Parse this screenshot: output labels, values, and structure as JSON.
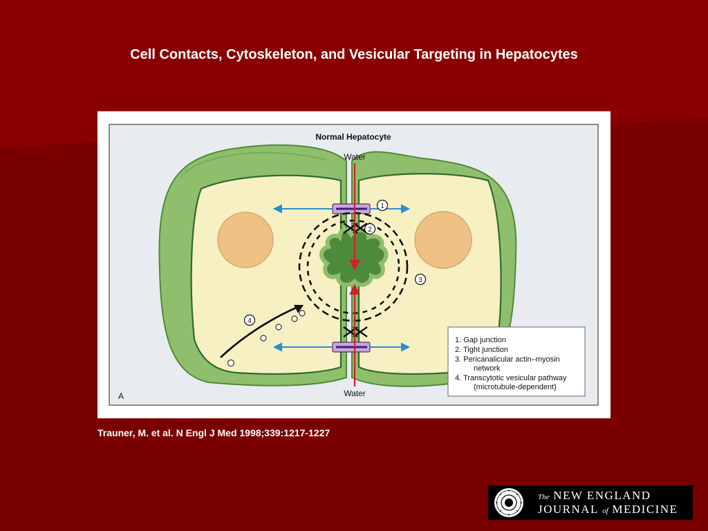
{
  "slide": {
    "title": "Cell Contacts, Cytoskeleton, and Vesicular Targeting in Hepatocytes",
    "citation": "Trauner, M. et al. N Engl J Med 1998;339:1217-1227"
  },
  "figure": {
    "heading": "Normal Hepatocyte",
    "water_top": "Water",
    "water_bottom": "Water",
    "panel_letter": "A",
    "markers": [
      "1",
      "2",
      "3",
      "4"
    ],
    "legend": {
      "item1": "1. Gap junction",
      "item2": "2. Tight junction",
      "item3a": "3. Pericanalicular actin–myosin",
      "item3b": "network",
      "item4a": "4. Transcytotic vesicular pathway",
      "item4b": "(microtubule-dependent)"
    }
  },
  "logo": {
    "the": "The",
    "line1": "NEW ENGLAND",
    "line2_a": "JOURNAL",
    "of": "of",
    "line2_b": "MEDICINE"
  },
  "colors": {
    "background": "#7a0000",
    "cell_green": "#8fbf6c",
    "cytoplasm": "#f7f0c3",
    "nucleus": "#f0c184",
    "arrow_blue": "#2a8fd0",
    "arrow_red": "#d61f26"
  }
}
